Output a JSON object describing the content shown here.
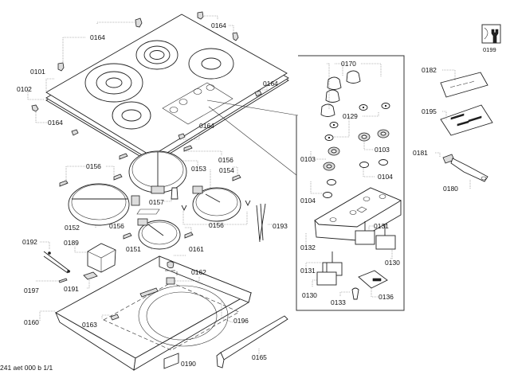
{
  "diagram": {
    "footer_code": "241 aet 000 b 1/1",
    "service_icon": {
      "name": "tools-icon",
      "label": "0199"
    },
    "labels": {
      "glass_top": "0101",
      "frame_gasket": "0102",
      "clip_0164": "0164",
      "heater_0151": "0151",
      "heater_0152": "0152",
      "heater_0153": "0153",
      "heater_0154": "0154",
      "bracket_0156": "0156",
      "sensor_0157": "0157",
      "housing_0160": "0160",
      "part_0161": "0161",
      "part_0162": "0162",
      "part_0163": "0163",
      "strip_0165": "0165",
      "knob_0170": "0170",
      "ring_0129": "0129",
      "bezel_0103": "0103",
      "oring_0104": "0104",
      "panel_0132": "0132",
      "switch_0131": "0131",
      "switch_0130": "0130",
      "part_0133": "0133",
      "board_0136": "0136",
      "kit_0182": "0182",
      "kit_0195": "0195",
      "part_0181": "0181",
      "scraper_0180": "0180",
      "cable_0193": "0193",
      "cable_0192": "0192",
      "box_0189": "0189",
      "part_0197": "0197",
      "part_0191": "0191",
      "label_0190": "0190",
      "part_0196": "0196"
    }
  }
}
